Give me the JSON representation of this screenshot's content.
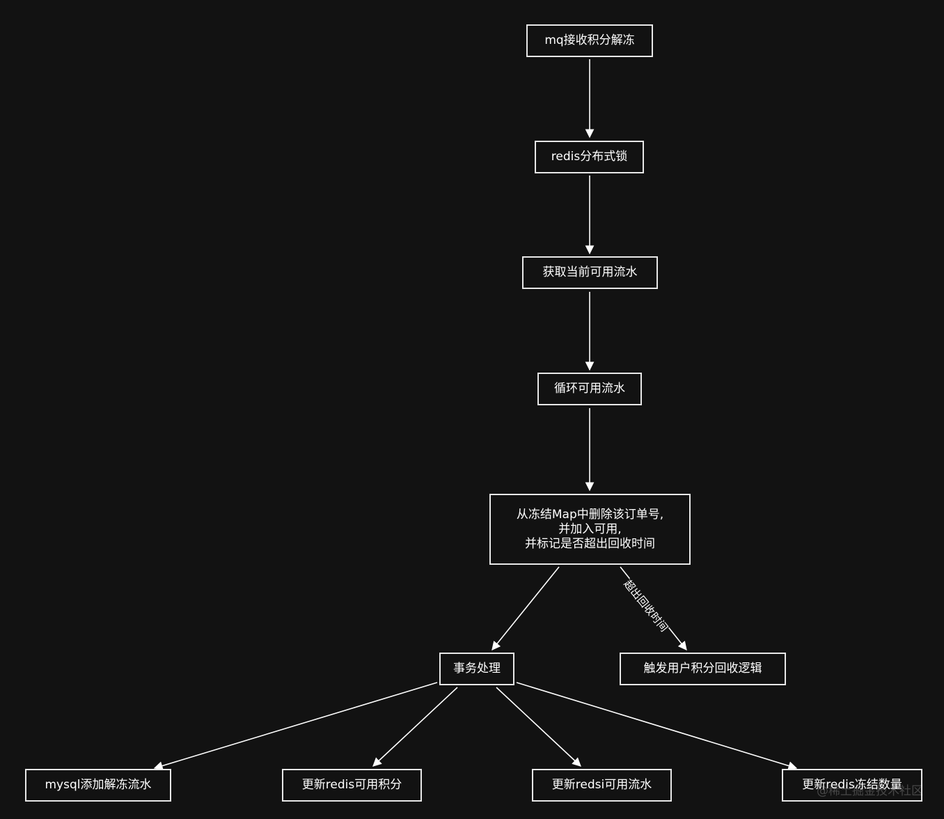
{
  "nodes": {
    "mq": "mq接收积分解冻",
    "lock": "redis分布式锁",
    "fetch": "获取当前可用流水",
    "loop": "循环可用流水",
    "remove": [
      "从冻结Map中删除该订单号,",
      "并加入可用,",
      "并标记是否超出回收时间"
    ],
    "tx": "事务处理",
    "recycle": "触发用户积分回收逻辑",
    "mysql": "mysql添加解冻流水",
    "redis_points": "更新redis可用积分",
    "redis_flow": "更新redsi可用流水",
    "redis_frozen": "更新redis冻结数量"
  },
  "edges": {
    "timeout_label": "超出回收时间"
  },
  "watermark": "@稀土掘金技术社区",
  "colors": {
    "background": "#121212",
    "line": "#ffffff",
    "border": "#e8e8e8"
  }
}
